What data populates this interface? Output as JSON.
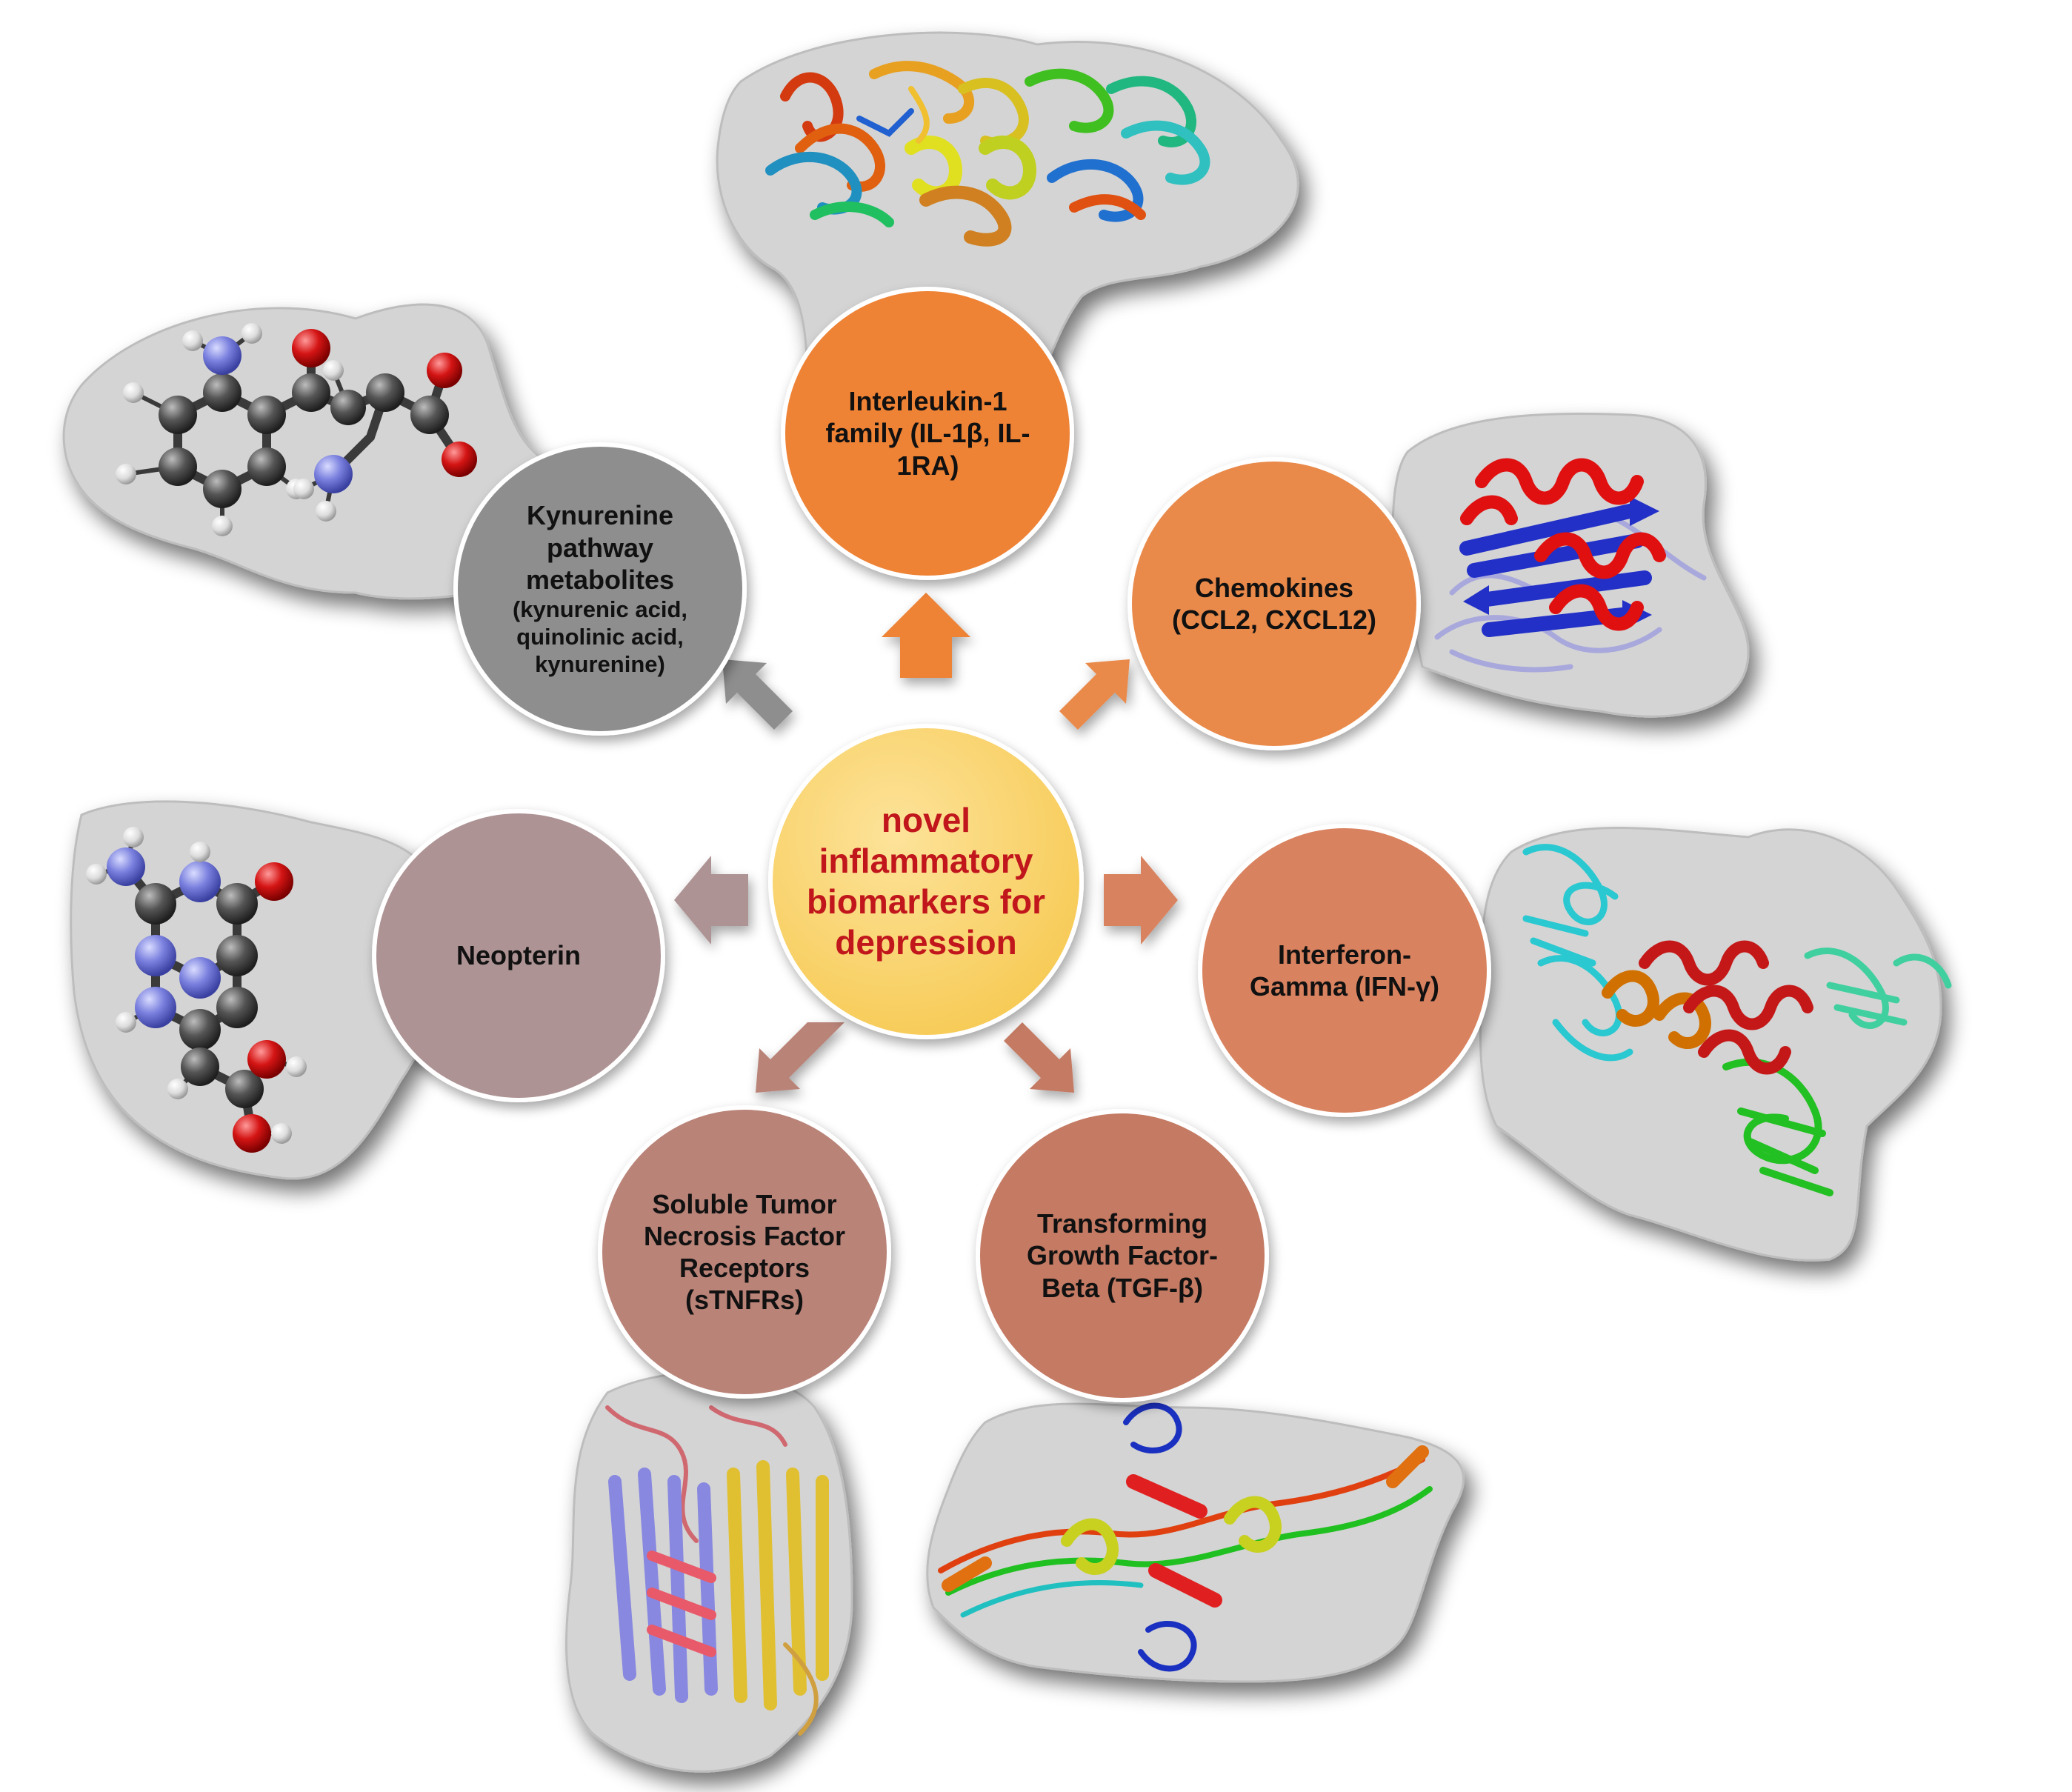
{
  "center": {
    "label": "novel inflammatory biomarkers for depression",
    "lines": [
      "novel",
      "inflammatory",
      "biomarkers for",
      "depression"
    ],
    "color": "#fbd56c",
    "text_color": "#c0161c"
  },
  "biomarkers": [
    {
      "id": "interleukin",
      "lines": [
        "Interleukin-1",
        "family (IL-1β, IL-",
        "1RA)"
      ],
      "color": "#ee8235",
      "structure": "protein-ribbon-rainbow"
    },
    {
      "id": "chemokines",
      "lines": [
        "Chemokines",
        "(CCL2, CXCL12)"
      ],
      "color": "#e98a4c",
      "structure": "protein-ribbon-red-blue"
    },
    {
      "id": "interferon",
      "lines": [
        "Interferon-",
        "Gamma (IFN-γ)"
      ],
      "color": "#d9825e",
      "structure": "protein-ribbon-cyan-green-orange"
    },
    {
      "id": "tgf-beta",
      "lines": [
        "Transforming",
        "Growth Factor-",
        "Beta (TGF-β)"
      ],
      "color": "#c47a64",
      "structure": "protein-ribbon-rainbow-loops"
    },
    {
      "id": "stnfr",
      "lines": [
        "Soluble Tumor",
        "Necrosis Factor",
        "Receptors",
        "(sTNFRs)"
      ],
      "color": "#b98378",
      "structure": "protein-ribbon-lavender-gold"
    },
    {
      "id": "neopterin",
      "lines": [
        "Neopterin"
      ],
      "color": "#ae9394",
      "structure": "ball-and-stick-molecule"
    },
    {
      "id": "kynurenine",
      "lines": [
        "Kynurenine",
        "pathway",
        "metabolites",
        "(kynurenic acid,",
        "quinolinic acid,",
        "kynurenine)"
      ],
      "color": "#8e8e8e",
      "structure": "ball-and-stick-molecule"
    }
  ],
  "colors": {
    "blob": "#d4d4d4",
    "shadow": "#9a9a9a",
    "atom_carbon": "#4a4a4a",
    "atom_nitrogen": "#7078d8",
    "atom_oxygen": "#d01010",
    "atom_hydrogen": "#e8e8e8"
  }
}
